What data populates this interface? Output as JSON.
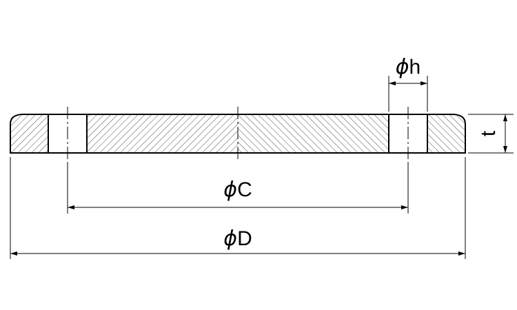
{
  "labels": {
    "phi": "ϕ",
    "h": "h",
    "t": "t",
    "C": "C",
    "D": "D"
  },
  "colors": {
    "line": "#000000",
    "background": "#ffffff"
  }
}
